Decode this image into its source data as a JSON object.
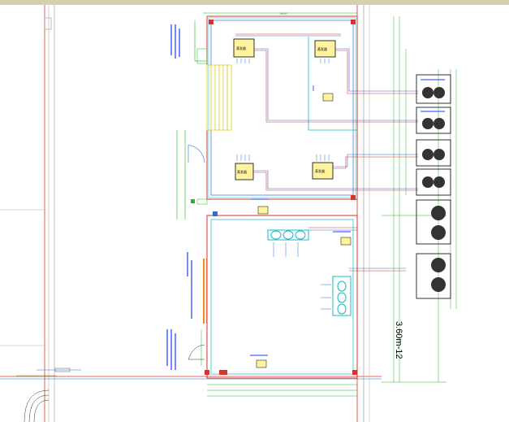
{
  "drawing": {
    "rotated_label": "3.60m-12",
    "colors": {
      "wall_red": "#d9342b",
      "wall_blue": "#2a6fd9",
      "cyan_line": "#18b8c8",
      "dim_green": "#1fb81f",
      "note_blue": "#1a3cff",
      "unit_yellow": "#fff3a0",
      "door_orange": "#f08a1a",
      "stair_yellow": "#e0d44a"
    },
    "units": {
      "evap_top_left": "蒸发器",
      "evap_top_right": "蒸发器",
      "evap_mid_left": "蒸发器",
      "evap_mid_right": "蒸发器"
    }
  }
}
